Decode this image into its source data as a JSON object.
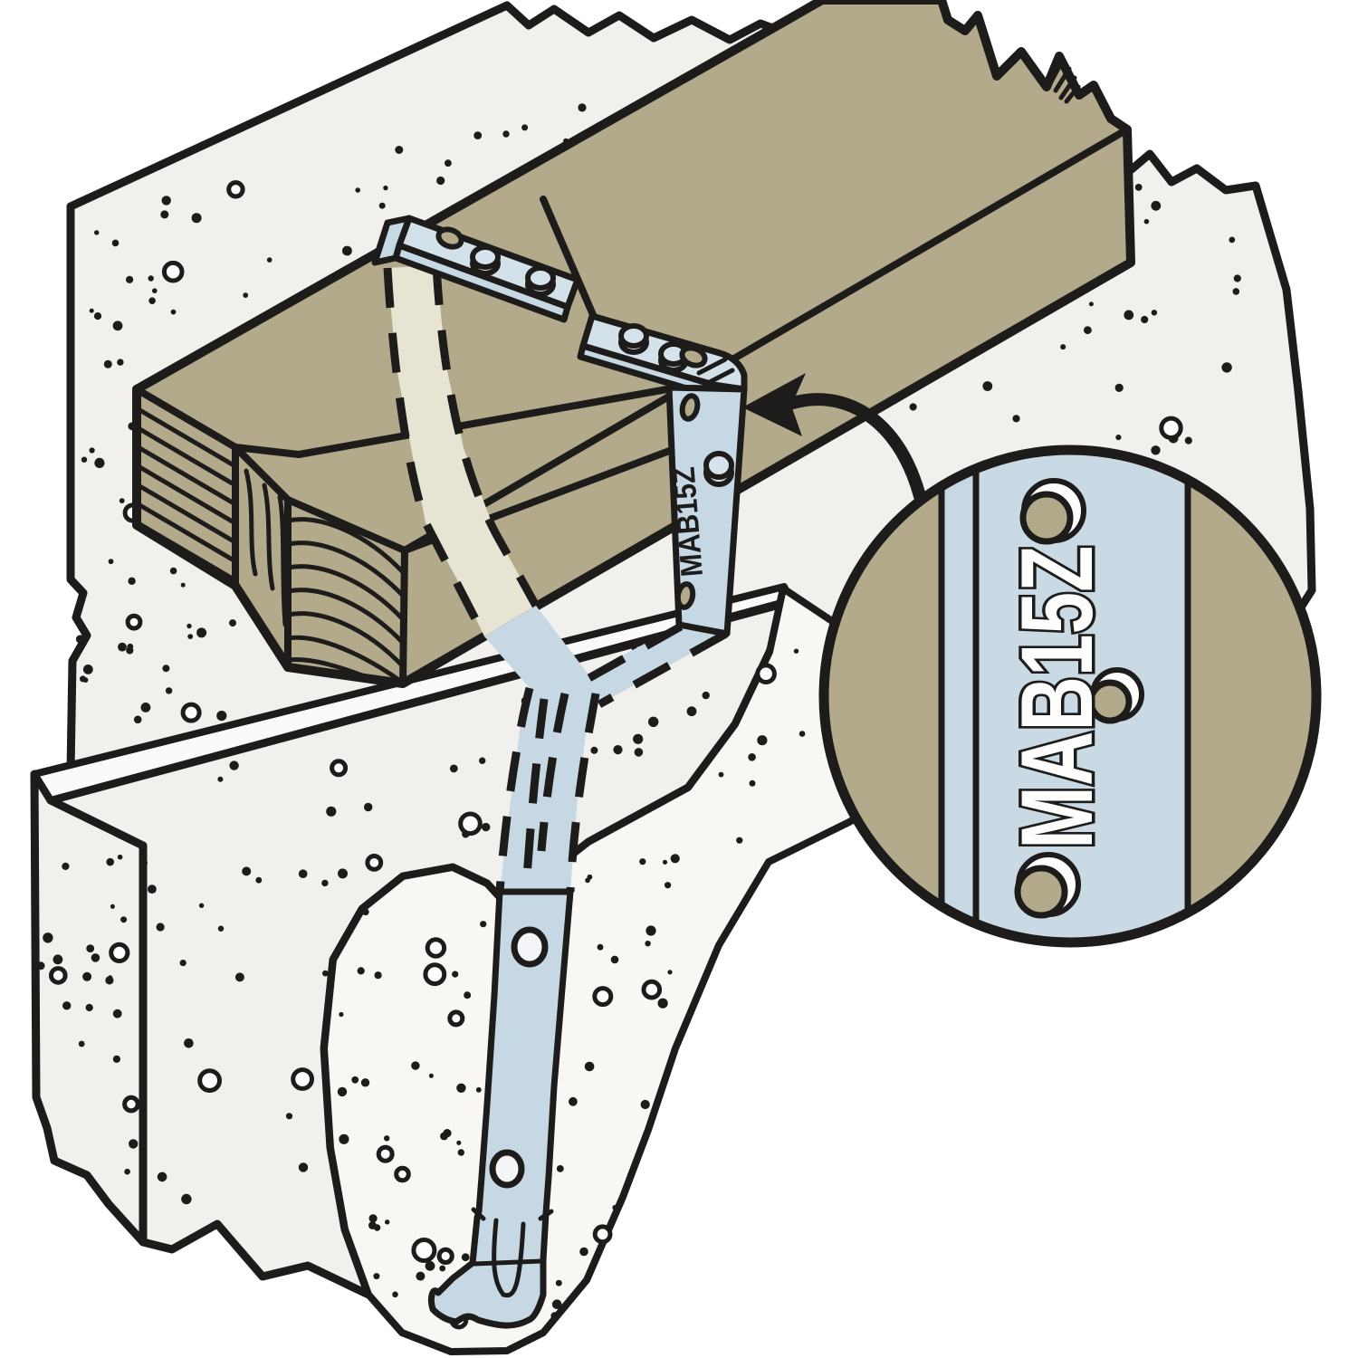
{
  "illustration": {
    "description": "Isometric construction detail of a masonry anchor strap tying a wood beam to concrete walls, with magnified callout of the product stamp",
    "strap": {
      "stamp_label": "MAB15Z"
    },
    "callout": {
      "stamp_label": "MAB15Z"
    },
    "colors": {
      "wood": "#b3aa8c",
      "steel_strap": "#c6d8e3",
      "steel_strap_top": "#d3e1ea",
      "hidden_strap_through_wood": "#e8e4d3",
      "concrete": "#f1f0ed",
      "concrete_pocket": "#f8f7f4",
      "outline": "#1d1c1a"
    }
  }
}
